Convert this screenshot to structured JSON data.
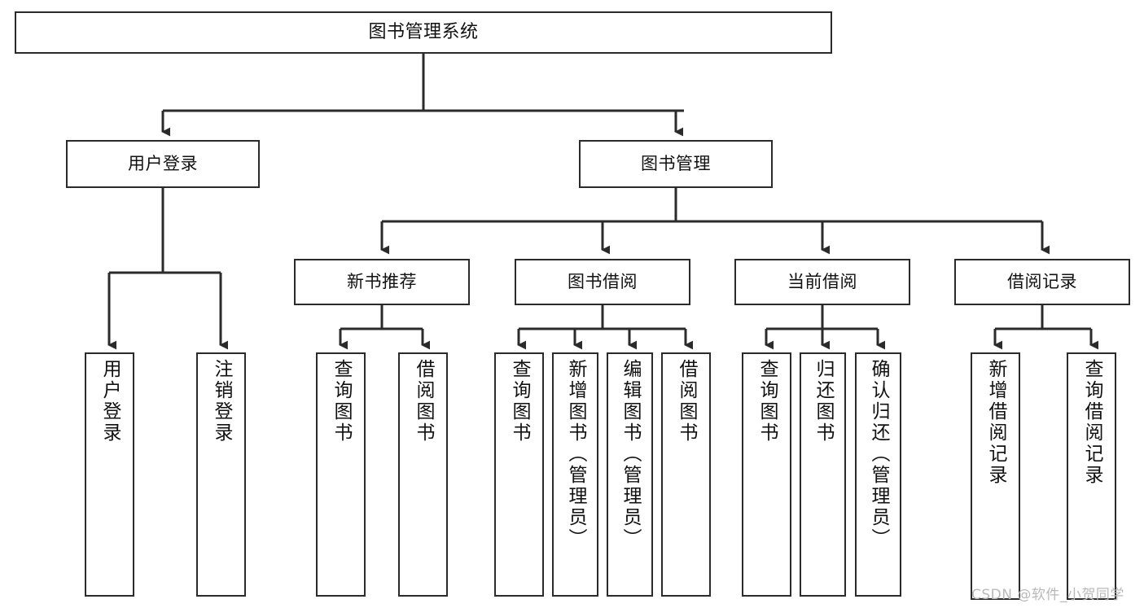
{
  "diagram": {
    "title": "图书管理系统",
    "type": "tree-hierarchy-diagram",
    "background": "#ffffff",
    "line_color": "#2b2b2b",
    "text_color": "#111111",
    "nodes": {
      "root": {
        "label": "图书管理系统"
      },
      "level1": [
        {
          "label": "用户登录"
        },
        {
          "label": "图书管理"
        }
      ],
      "level2": [
        {
          "label": "新书推荐"
        },
        {
          "label": "图书借阅"
        },
        {
          "label": "当前借阅"
        },
        {
          "label": "借阅记录"
        }
      ],
      "leaves": [
        {
          "label": "用户登录"
        },
        {
          "label": "注销登录"
        },
        {
          "label": "查询图书"
        },
        {
          "label": "借阅图书"
        },
        {
          "label": "查询图书"
        },
        {
          "label": "新增图书（管理员）"
        },
        {
          "label": "编辑图书（管理员）"
        },
        {
          "label": "借阅图书"
        },
        {
          "label": "查询图书"
        },
        {
          "label": "归还图书"
        },
        {
          "label": "确认归还（管理员）"
        },
        {
          "label": "新增借阅记录"
        },
        {
          "label": "查询借阅记录"
        }
      ]
    }
  },
  "watermark": {
    "text": "CSDN @软件_小贺同学"
  }
}
